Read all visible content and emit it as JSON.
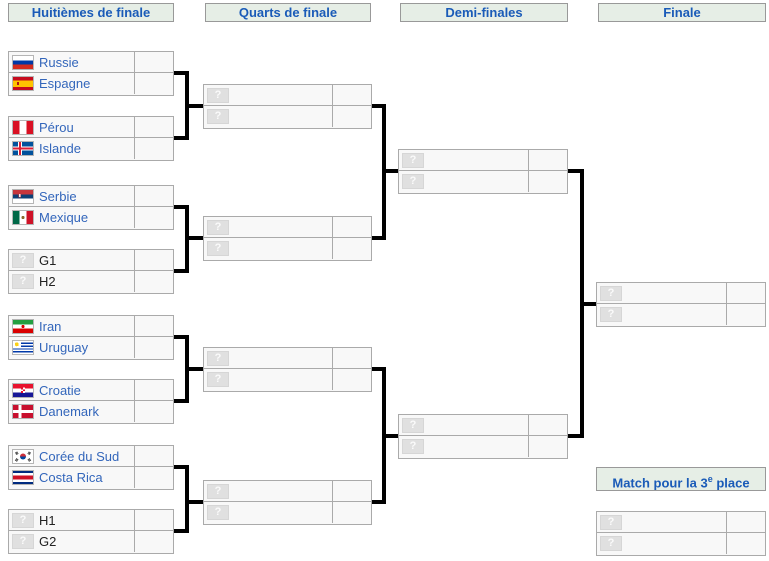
{
  "colors": {
    "header_bg": "#e6eee6",
    "header_border": "#999999",
    "header_text": "#1a5bb8",
    "team_link": "#3366bb",
    "placeholder_team_text": "#222222",
    "table_bg": "#f8f8f8",
    "table_border": "#aaaaaa",
    "connector": "#000000",
    "placeholder_box_bg": "#e0e0e0",
    "placeholder_box_text": "#fafafa"
  },
  "headers": {
    "r16": "Huitièmes de finale",
    "qf": "Quarts de finale",
    "sf": "Demi-finales",
    "final": "Finale"
  },
  "third_place_header": {
    "prefix": "Match pour la 3",
    "sup": "e",
    "suffix": " place"
  },
  "r16": {
    "matches": [
      {
        "rows": [
          {
            "name": "Russie",
            "flag": "russia-icon",
            "score": ""
          },
          {
            "name": "Espagne",
            "flag": "spain-icon",
            "score": ""
          }
        ]
      },
      {
        "rows": [
          {
            "name": "Pérou",
            "flag": "peru-icon",
            "score": ""
          },
          {
            "name": "Islande",
            "flag": "iceland-icon",
            "score": ""
          }
        ]
      },
      {
        "rows": [
          {
            "name": "Serbie",
            "flag": "serbia-icon",
            "score": ""
          },
          {
            "name": "Mexique",
            "flag": "mexico-icon",
            "score": ""
          }
        ]
      },
      {
        "rows": [
          {
            "name": "G1",
            "placeholder": "?",
            "score": ""
          },
          {
            "name": "H2",
            "placeholder": "?",
            "score": ""
          }
        ]
      },
      {
        "rows": [
          {
            "name": "Iran",
            "flag": "iran-icon",
            "score": ""
          },
          {
            "name": "Uruguay",
            "flag": "uruguay-icon",
            "score": ""
          }
        ]
      },
      {
        "rows": [
          {
            "name": "Croatie",
            "flag": "croatia-icon",
            "score": ""
          },
          {
            "name": "Danemark",
            "flag": "denmark-icon",
            "score": ""
          }
        ]
      },
      {
        "rows": [
          {
            "name": "Corée du Sud",
            "flag": "south-korea-icon",
            "score": ""
          },
          {
            "name": "Costa Rica",
            "flag": "costa-rica-icon",
            "score": ""
          }
        ]
      },
      {
        "rows": [
          {
            "name": "H1",
            "placeholder": "?",
            "score": ""
          },
          {
            "name": "G2",
            "placeholder": "?",
            "score": ""
          }
        ]
      }
    ]
  },
  "qf": {
    "matches": [
      {
        "rows": [
          {
            "placeholder": "?",
            "score": ""
          },
          {
            "placeholder": "?",
            "score": ""
          }
        ]
      },
      {
        "rows": [
          {
            "placeholder": "?",
            "score": ""
          },
          {
            "placeholder": "?",
            "score": ""
          }
        ]
      },
      {
        "rows": [
          {
            "placeholder": "?",
            "score": ""
          },
          {
            "placeholder": "?",
            "score": ""
          }
        ]
      },
      {
        "rows": [
          {
            "placeholder": "?",
            "score": ""
          },
          {
            "placeholder": "?",
            "score": ""
          }
        ]
      }
    ]
  },
  "sf": {
    "matches": [
      {
        "rows": [
          {
            "placeholder": "?",
            "score": ""
          },
          {
            "placeholder": "?",
            "score": ""
          }
        ]
      },
      {
        "rows": [
          {
            "placeholder": "?",
            "score": ""
          },
          {
            "placeholder": "?",
            "score": ""
          }
        ]
      }
    ]
  },
  "final": {
    "match": {
      "rows": [
        {
          "placeholder": "?",
          "score": ""
        },
        {
          "placeholder": "?",
          "score": ""
        }
      ]
    }
  },
  "third": {
    "match": {
      "rows": [
        {
          "placeholder": "?",
          "score": ""
        },
        {
          "placeholder": "?",
          "score": ""
        }
      ]
    }
  }
}
